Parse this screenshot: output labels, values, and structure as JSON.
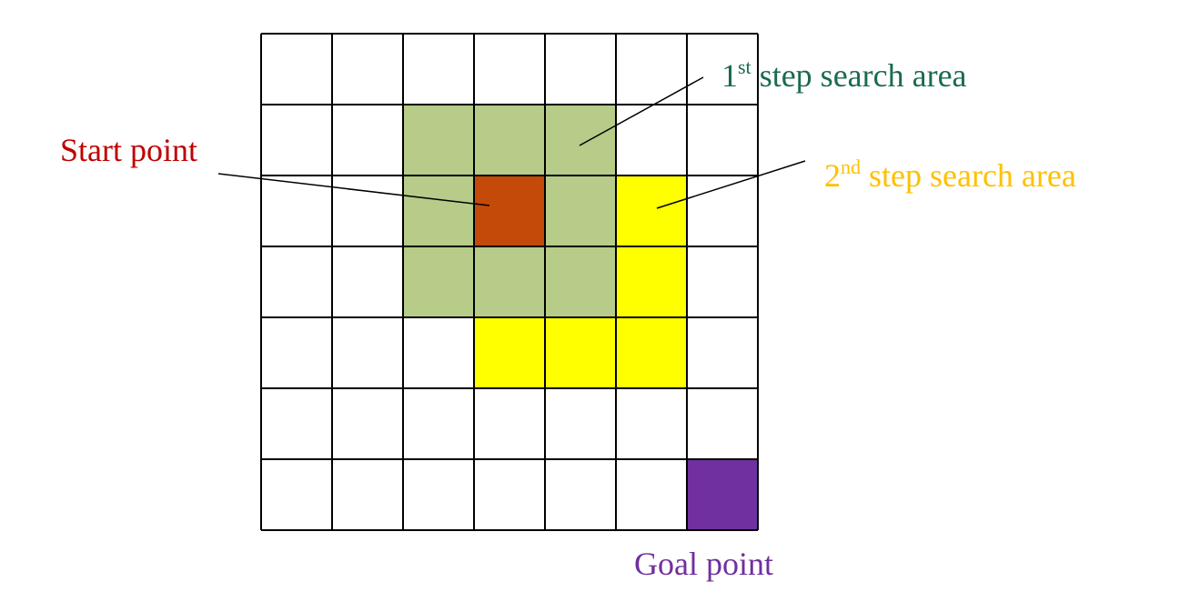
{
  "grid": {
    "rows": 7,
    "cols": 7,
    "cells": [
      {
        "row": 1,
        "col": 2,
        "type": "step1"
      },
      {
        "row": 1,
        "col": 3,
        "type": "step1"
      },
      {
        "row": 1,
        "col": 4,
        "type": "step1"
      },
      {
        "row": 2,
        "col": 2,
        "type": "step1"
      },
      {
        "row": 2,
        "col": 3,
        "type": "start"
      },
      {
        "row": 2,
        "col": 4,
        "type": "step1"
      },
      {
        "row": 2,
        "col": 5,
        "type": "step2"
      },
      {
        "row": 3,
        "col": 2,
        "type": "step1"
      },
      {
        "row": 3,
        "col": 3,
        "type": "step1"
      },
      {
        "row": 3,
        "col": 4,
        "type": "step1"
      },
      {
        "row": 3,
        "col": 5,
        "type": "step2"
      },
      {
        "row": 4,
        "col": 3,
        "type": "step2"
      },
      {
        "row": 4,
        "col": 4,
        "type": "step2"
      },
      {
        "row": 4,
        "col": 5,
        "type": "step2"
      },
      {
        "row": 6,
        "col": 6,
        "type": "goal"
      }
    ]
  },
  "colors": {
    "start": "#c44a0a",
    "step1": "#b6cc88",
    "step2": "#ffff00",
    "goal": "#7030a0",
    "grid_line": "#000000",
    "start_text": "#c00000",
    "step1_text": "#1a6b50",
    "step2_text": "#ffc000",
    "goal_text": "#7030a0"
  },
  "labels": {
    "step1": {
      "num": "1",
      "sup": "st",
      "text": " step search area"
    },
    "step2": {
      "num": "2",
      "sup": "nd",
      "text": " step search area"
    },
    "start": {
      "text": "Start point"
    },
    "goal": {
      "text": "Goal point"
    }
  }
}
